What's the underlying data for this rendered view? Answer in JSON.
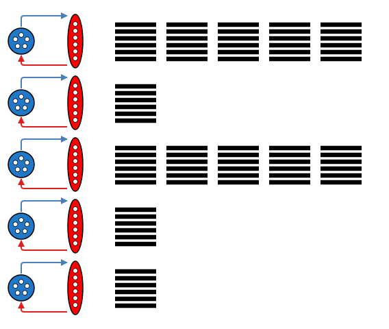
{
  "colors": {
    "background": "#ffffff",
    "blue_disc": "#1f78c8",
    "red_ellipse": "#ff0000",
    "outline": "#000000",
    "hole": "#ffffff",
    "arrow_forward": "#4a7fbf",
    "arrow_return": "#e02020",
    "stripe": "#000000"
  },
  "icons": {
    "disc": "blue-disc-with-five-holes",
    "ellipse": "red-ellipse-with-six-holes",
    "forward_arrow": "blue-forward-arrow",
    "return_arrow": "red-return-arrow",
    "stripe_block": "black-stripe-block"
  },
  "rows": [
    {
      "blocks": 5
    },
    {
      "blocks": 1
    },
    {
      "blocks": 5
    },
    {
      "blocks": 1
    },
    {
      "blocks": 1
    }
  ],
  "stripes_per_block": 6
}
